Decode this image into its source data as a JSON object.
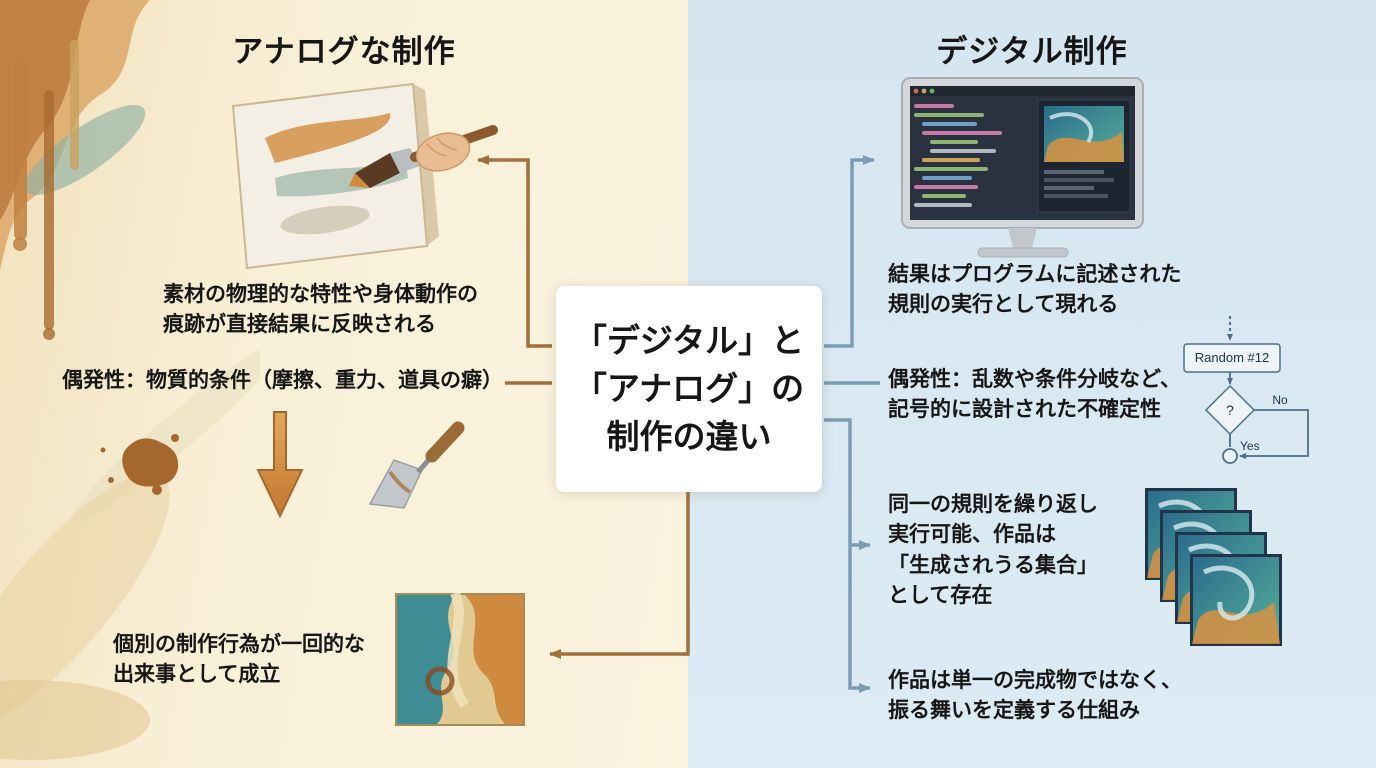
{
  "center": {
    "title": "「デジタル」と\n「アナログ」の\n制作の違い"
  },
  "analog": {
    "title": "アナログな制作",
    "trace": "素材の物理的な特性や身体動作の\n痕跡が直接結果に反映される",
    "contingency": "偶発性：物質的条件（摩擦、重力、道具の癖）",
    "singular": "個別の制作行為が一回的な\n出来事として成立"
  },
  "digital": {
    "title": "デジタル制作",
    "program": "結果はプログラムに記述された\n規則の実行として現れる",
    "contingency": "偶発性：乱数や条件分岐など、\n記号的に設計された不確定性",
    "repeat": "同一の規則を繰り返し\n実行可能、作品は\n「生成されうる集合」\nとして存在",
    "behavior": "作品は単一の完成物ではなく、\n振る舞いを定義する仕組み"
  },
  "flowchart": {
    "random_label": "Random #12",
    "decision_label": "?",
    "no_label": "No",
    "yes_label": "Yes"
  },
  "colors": {
    "left_bg": "#f8efd8",
    "right_bg": "#d9e8f1",
    "arrow_left": "#a2703a",
    "arrow_right": "#7b9db0",
    "text": "#161616"
  }
}
